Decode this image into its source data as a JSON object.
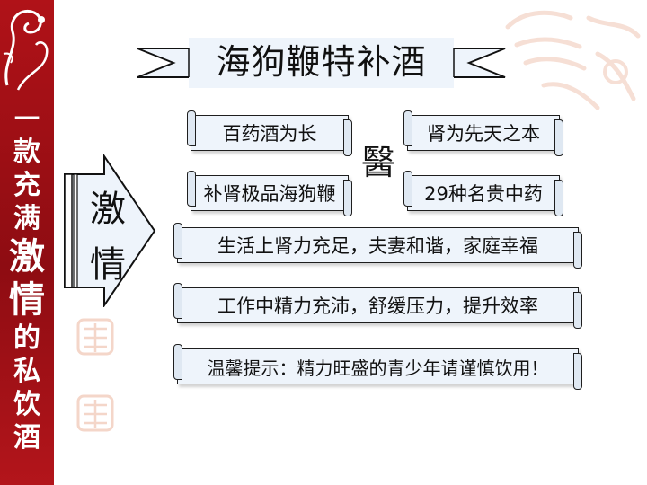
{
  "sidebar": {
    "chars": [
      "一",
      "款",
      "充",
      "满",
      "激",
      "情",
      "的",
      "私",
      "饮",
      "酒"
    ],
    "accent": "#a8101a"
  },
  "title": "海狗鞭特补酒",
  "center_char": "醫",
  "arrow": {
    "line1": "激",
    "line2": "情"
  },
  "boxes": {
    "b1": "百药酒为长",
    "b2": "肾为先天之本",
    "b3": "补肾极品海狗鞭",
    "b4": "29种名贵中药",
    "b5": "生活上肾力充足，夫妻和谐，家庭幸福",
    "b6": "工作中精力充沛，舒缓压力，提升效率",
    "b7": "温馨提示：精力旺盛的青少年请谨慎饮用！"
  }
}
